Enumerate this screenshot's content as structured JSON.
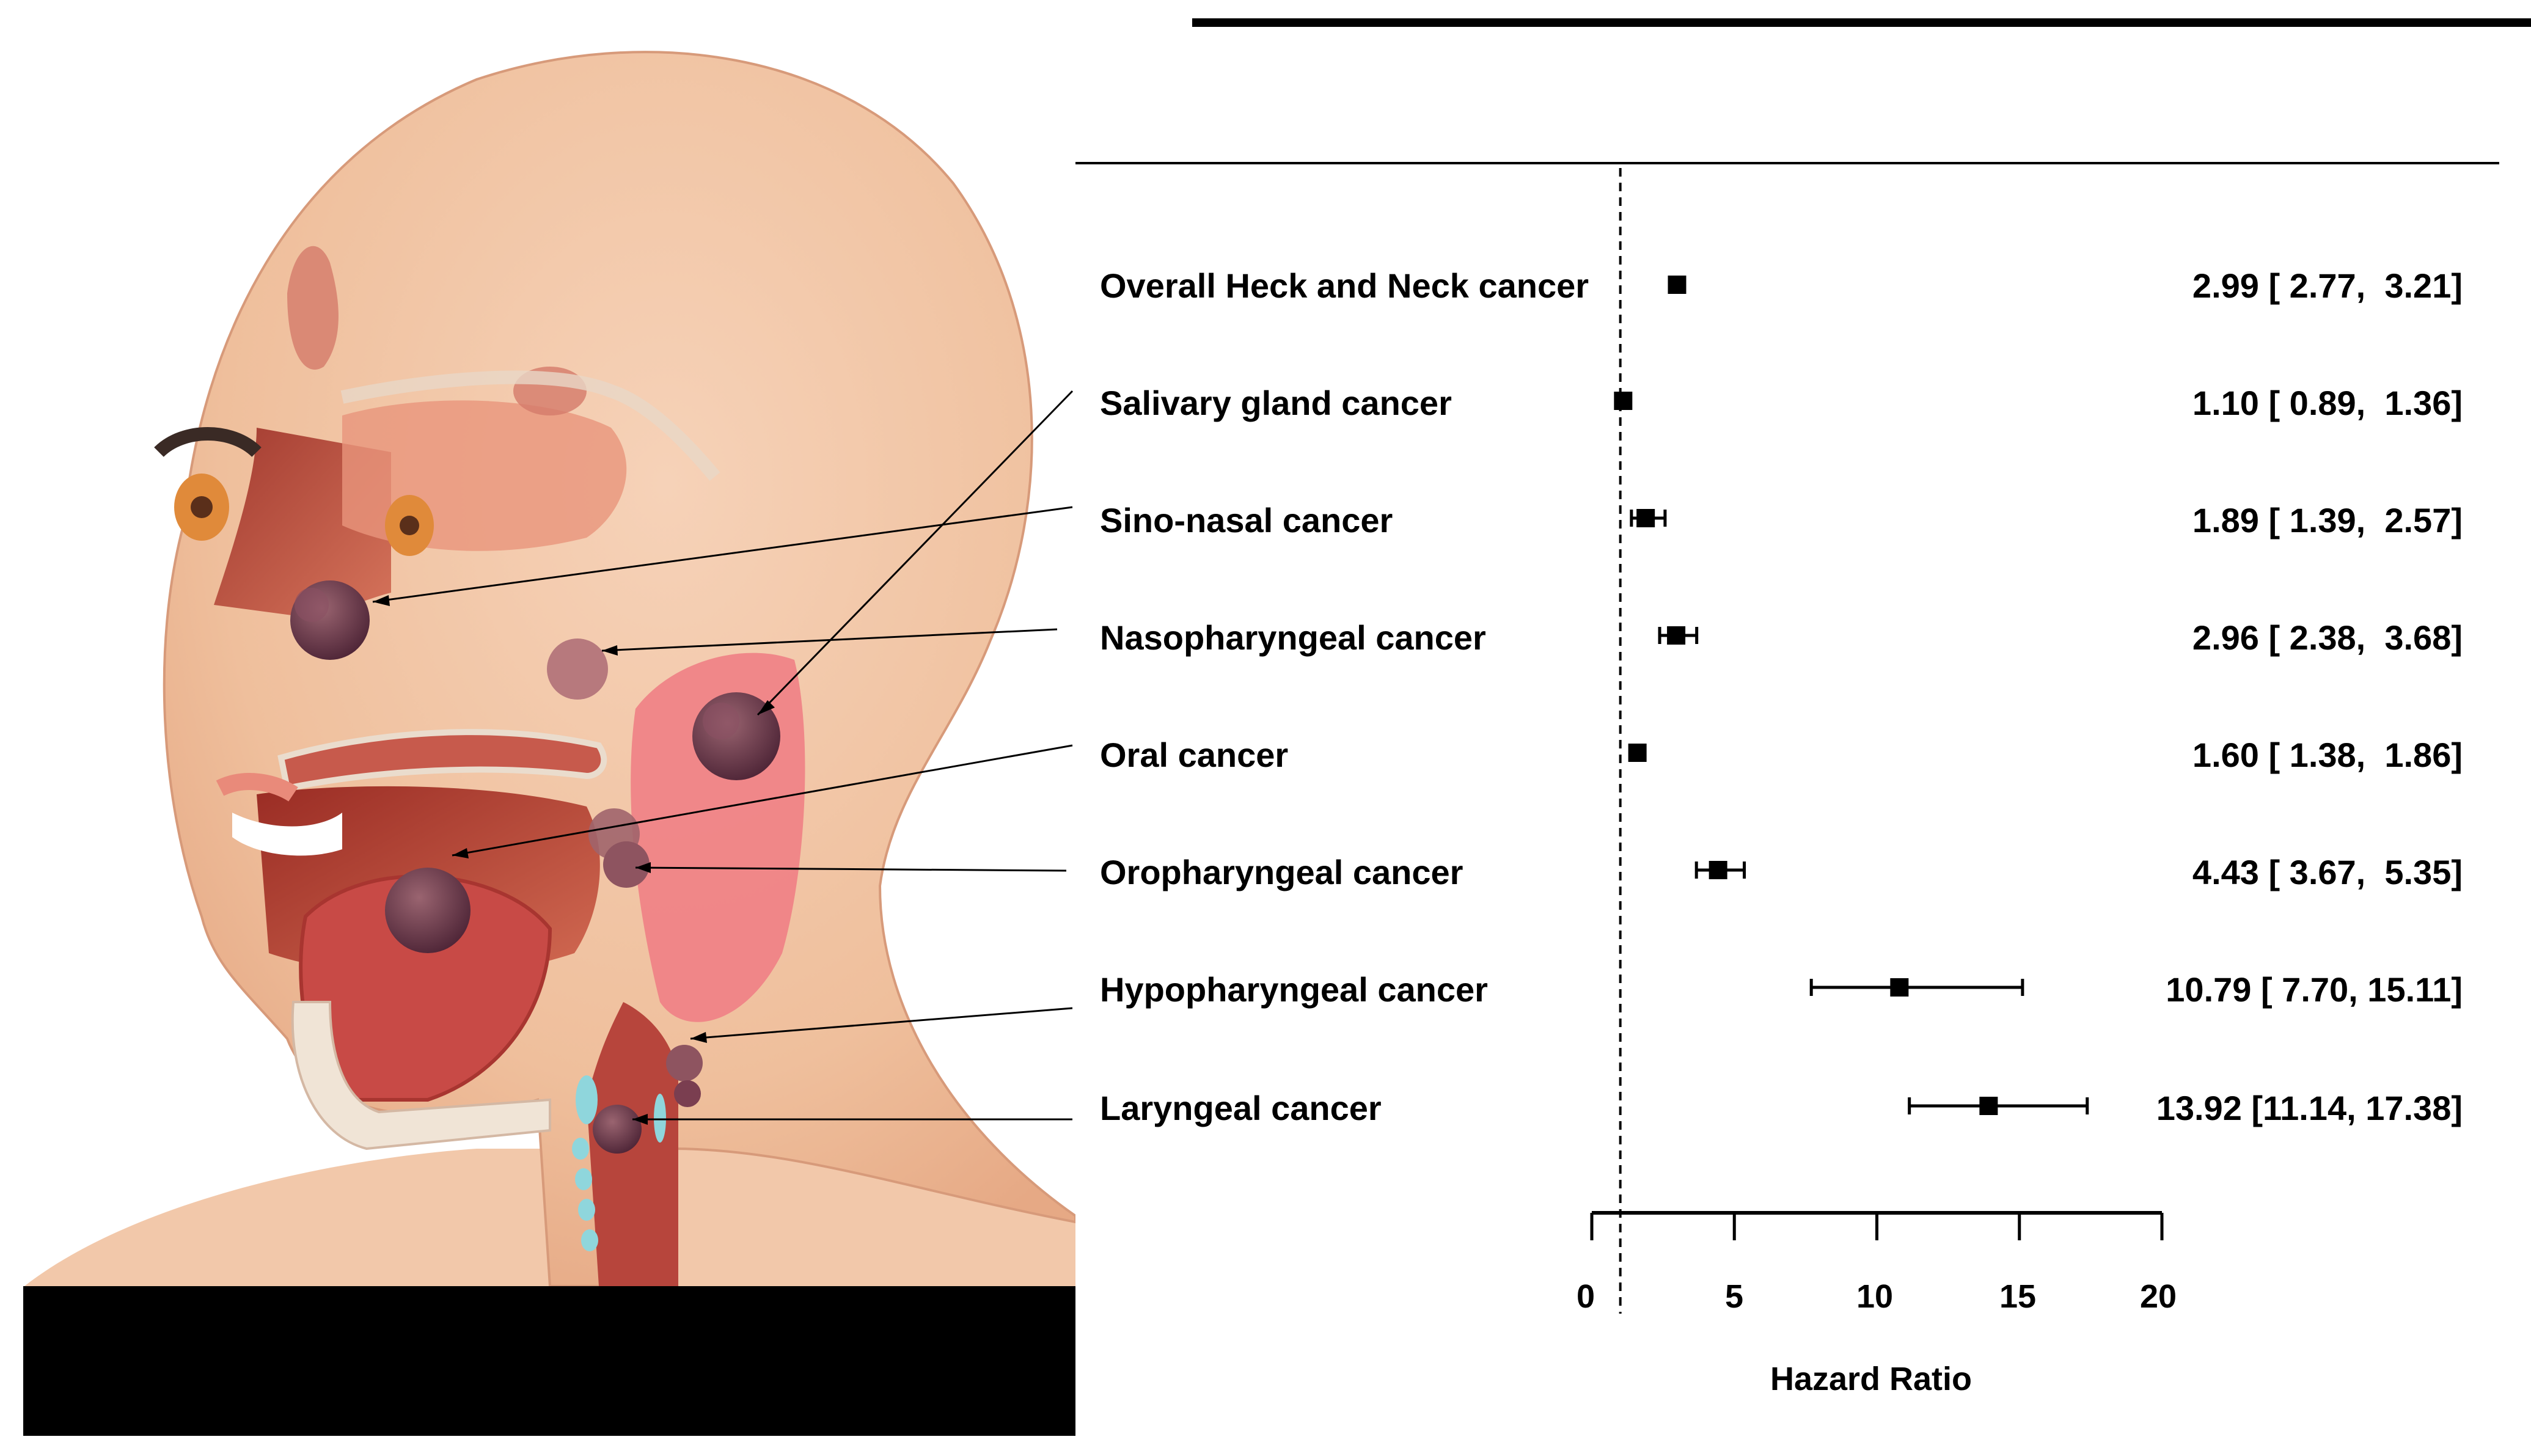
{
  "figure": {
    "illustration": {
      "description": "Sagittal anatomical illustration of the head and neck with tumors marked at cancer sites",
      "pointer_targets": [
        "Salivary gland",
        "Sino-nasal",
        "Nasopharynx",
        "Oral cavity",
        "Oropharynx",
        "Hypopharynx",
        "Larynx"
      ]
    },
    "colors": {
      "marker": "#000000",
      "skin": "#f2c1a0",
      "tissue": "#c0413a",
      "tumor": "#6b3548",
      "cartilage": "#8fd6dc",
      "gland": "#f0838a"
    }
  },
  "forest": {
    "rows": [
      {
        "label": "Overall Heck and Neck cancer",
        "ci_text": "2.99 [ 2.77,  3.21]"
      },
      {
        "label": "Salivary gland cancer",
        "ci_text": "1.10 [ 0.89,  1.36]"
      },
      {
        "label": "Sino-nasal cancer",
        "ci_text": "1.89 [ 1.39,  2.57]"
      },
      {
        "label": "Nasopharyngeal cancer",
        "ci_text": "2.96 [ 2.38,  3.68]"
      },
      {
        "label": "Oral cancer",
        "ci_text": "1.60 [ 1.38,  1.86]"
      },
      {
        "label": "Oropharyngeal cancer",
        "ci_text": "4.43 [ 3.67,  5.35]"
      },
      {
        "label": "Hypopharyngeal cancer",
        "ci_text": "10.79 [ 7.70, 15.11]"
      },
      {
        "label": "Laryngeal cancer",
        "ci_text": "13.92 [11.14, 17.38]"
      }
    ],
    "axis": {
      "ticks": [
        "0",
        "5",
        "10",
        "15",
        "20"
      ],
      "title": "Hazard Ratio"
    }
  },
  "chart_data": {
    "type": "forest",
    "title": "",
    "xlabel": "Hazard Ratio",
    "ylabel": "",
    "xlim": [
      0,
      20
    ],
    "xticks": [
      0,
      5,
      10,
      15,
      20
    ],
    "reference_line": 1,
    "reference_line_style": "dashed",
    "grid": false,
    "categories": [
      "Overall Heck and Neck cancer",
      "Salivary gland cancer",
      "Sino-nasal cancer",
      "Nasopharyngeal cancer",
      "Oral cancer",
      "Oropharyngeal cancer",
      "Hypopharyngeal cancer",
      "Laryngeal cancer"
    ],
    "series": [
      {
        "name": "HR",
        "values": [
          2.99,
          1.1,
          1.89,
          2.96,
          1.6,
          4.43,
          10.79,
          13.92
        ]
      },
      {
        "name": "CI lower",
        "values": [
          2.77,
          0.89,
          1.39,
          2.38,
          1.38,
          3.67,
          7.7,
          11.14
        ]
      },
      {
        "name": "CI upper",
        "values": [
          3.21,
          1.36,
          2.57,
          3.68,
          1.86,
          5.35,
          15.11,
          17.38
        ]
      }
    ]
  }
}
